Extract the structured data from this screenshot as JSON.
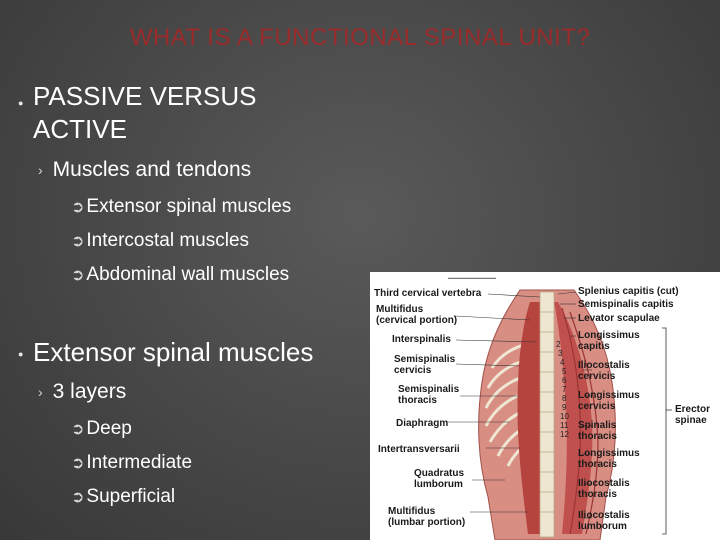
{
  "title": "WHAT IS A FUNCTIONAL SPINAL UNIT?",
  "section1": {
    "heading_line1": "PASSIVE VERSUS",
    "heading_line2": "ACTIVE",
    "sub": "Muscles and tendons",
    "items": [
      "Extensor spinal muscles",
      "Intercostal muscles",
      "Abdominal wall muscles"
    ]
  },
  "section2": {
    "heading": "Extensor spinal muscles",
    "sub": "3 layers",
    "items": [
      "Deep",
      "Intermediate",
      "Superficial"
    ]
  },
  "figure": {
    "left_labels": [
      "Third cervical vertebra",
      "Multifidus\n(cervical portion)",
      "Interspinalis",
      "Semispinalis\ncervicis",
      "Semispinalis\nthoracis",
      "Diaphragm",
      "Intertransversarii",
      "Quadratus\nlumborum",
      "Multifidus\n(lumbar portion)"
    ],
    "right_labels": [
      "Splenius capitis (cut)",
      "Semispinalis capitis",
      "Levator scapulae",
      "Longissimus\ncapitis",
      "Iliocostalis\ncervicis",
      "Longissimus\ncervicis",
      "Spinalis\nthoracis",
      "Longissimus\nthoracis",
      "Iliocostalis\nthoracis",
      "Iliocostalis\nlumborum"
    ],
    "erector_label": "Erector\nspinae",
    "rib_numbers": [
      "2",
      "3",
      "4",
      "5",
      "6",
      "7",
      "8",
      "9",
      "10",
      "11",
      "12"
    ],
    "colors": {
      "muscle": "#c0504d",
      "muscle_dark": "#9a3434",
      "bone": "#efe6d2"
    }
  }
}
